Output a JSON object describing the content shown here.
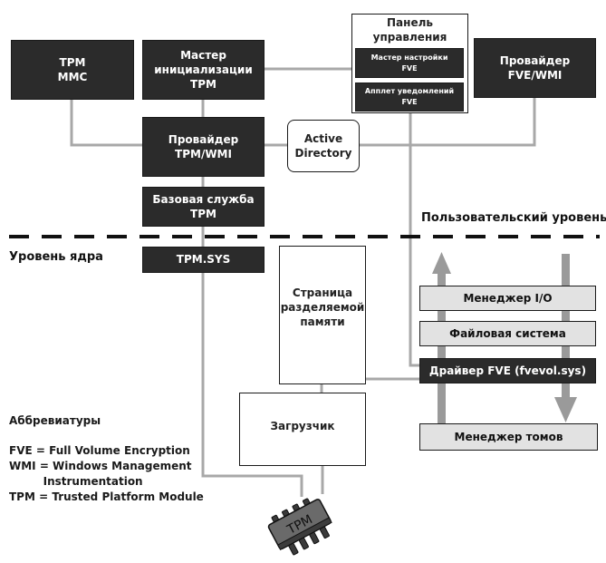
{
  "diagram": {
    "nodes": {
      "tpm_mmc": "TPM\nMMC",
      "tpm_init_wizard": "Мастер\nинициализации\nTPM",
      "control_panel_title": "Панель\nуправления",
      "fve_setup_wizard": "Мастер настройки\nFVE",
      "fve_notify_applet": "Апплет уведомлений\nFVE",
      "fve_wmi_provider": "Провайдер\nFVE/WMI",
      "tpm_wmi_provider": "Провайдер\nTPM/WMI",
      "active_directory": "Active\nDirectory",
      "tpm_base_service": "Базовая служба\nTPM",
      "tpm_sys": "TPM.SYS",
      "shared_memory_page": "Страница\nразделяемой\nпамяти",
      "io_manager": "Менеджер I/O",
      "file_system": "Файловая система",
      "fve_driver": "Драйвер FVE (fvevol.sys)",
      "bootloader": "Загрузчик",
      "volume_manager": "Менеджер томов",
      "tpm_chip": "TPM"
    },
    "levels": {
      "user_level": "Пользовательский уровень",
      "kernel_level": "Уровень ядра"
    },
    "abbreviations": {
      "title": "Аббревиатуры",
      "items": [
        "FVE = Full Volume Encryption",
        "WMI = Windows Management",
        "         Instrumentation",
        "TPM = Trusted Platform Module"
      ]
    },
    "edges": [
      [
        "tpm_mmc",
        "tpm_wmi_provider"
      ],
      [
        "tpm_init_wizard",
        "tpm_wmi_provider"
      ],
      [
        "tpm_init_wizard",
        "control_panel"
      ],
      [
        "tpm_wmi_provider",
        "active_directory"
      ],
      [
        "active_directory",
        "fve_wmi_provider"
      ],
      [
        "tpm_wmi_provider",
        "tpm_base_service"
      ],
      [
        "tpm_base_service",
        "tpm_sys"
      ],
      [
        "tpm_sys",
        "tpm_chip"
      ],
      [
        "control_panel",
        "fve_driver"
      ],
      [
        "shared_memory_page",
        "fve_driver"
      ],
      [
        "shared_memory_page",
        "bootloader"
      ],
      [
        "bootloader",
        "tpm_chip"
      ]
    ],
    "colors": {
      "dark_box": "#2b2b2b",
      "light_box": "#e2e2e2",
      "connector": "#a8a8a8",
      "arrow": "#9a9a9a"
    }
  }
}
